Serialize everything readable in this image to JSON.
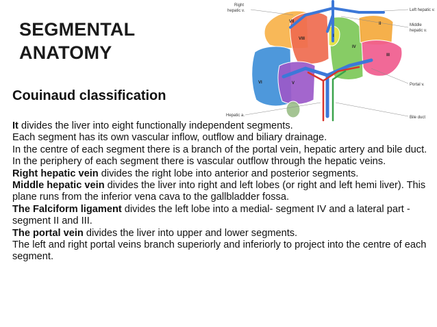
{
  "title_lines": [
    "SEGMENTAL",
    "ANATOMY"
  ],
  "subtitle": "Couinaud classification",
  "paragraphs": [
    {
      "bold": "It",
      "text": " divides the liver into eight functionally independent segments."
    },
    {
      "bold": "",
      "text": "Each segment has its own vascular inflow, outflow and biliary drainage."
    },
    {
      "bold": "",
      "text": "In the centre of each segment there is a branch of the portal vein, hepatic artery and bile duct."
    },
    {
      "bold": "",
      "text": "In the periphery of each segment there is vascular outflow through the hepatic veins."
    },
    {
      "bold": "Right hepatic vein",
      "text": " divides the right lobe into anterior and posterior segments."
    },
    {
      "bold": "Middle hepatic vein",
      "text": " divides the liver into right and left lobes (or right and left hemi liver). This plane runs from the inferior vena cava to the gallbladder fossa."
    },
    {
      "bold": "The Falciform ligament",
      "text": " divides the left lobe into a medial- segment IV and a lateral part - segment II and III."
    },
    {
      "bold": "The portal vein",
      "text": " divides the liver into upper and lower segments."
    },
    {
      "bold": "",
      "text": "The left and right portal veins branch superiorly and inferiorly to project into the centre of each segment."
    }
  ],
  "figure": {
    "labels": {
      "right_hepatic_v_1": "Right",
      "right_hepatic_v_2": "hepatic v.",
      "left_hepatic_v": "Left hepatic v.",
      "middle_hepatic_v_1": "Middle",
      "middle_hepatic_v_2": "hepatic v.",
      "portal_v": "Portal v.",
      "hepatic_a": "Hepatic a.",
      "bile_duct": "Bile duct"
    },
    "segments": {
      "I": "I",
      "II": "II",
      "III": "III",
      "IV": "IV",
      "V": "V",
      "VI": "VI",
      "VII": "VII",
      "VIII": "VIII"
    },
    "colors": {
      "seg_VII": "#f7b24a",
      "seg_VIII": "#ef6b4f",
      "seg_VI": "#3f8fd8",
      "seg_V": "#9b59c9",
      "seg_IV": "#7dc858",
      "seg_II": "#f4a93c",
      "seg_III": "#f05c8e",
      "seg_I": "#e9e44a",
      "vein": "#3c78d8",
      "artery": "#d9342b",
      "bile_duct": "#3aa34a",
      "gallbladder": "#9cbf8a"
    }
  }
}
